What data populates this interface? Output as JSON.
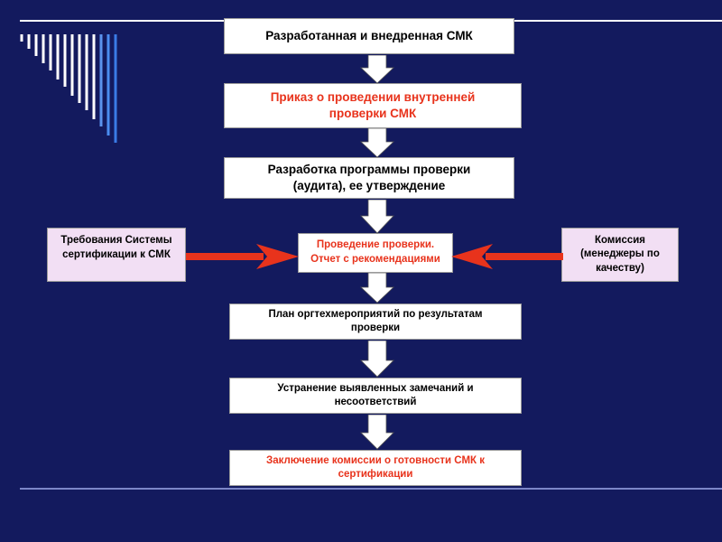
{
  "flow": {
    "step1": "Разработанная и внедренная СМК",
    "step2": "Приказ о проведении внутренней проверки СМК",
    "step3": "Разработка программы проверки (аудита), ее утверждение",
    "step4": "Проведение проверки. Отчет с рекомендациями",
    "step5": "План оргтехмероприятий по результатам проверки",
    "step6": "Устранение выявленных замечаний и несоответствий",
    "step7": "Заключение комиссии о готовности СМК к сертификации"
  },
  "side": {
    "left": "Требования Системы сертификации к СМК",
    "right": "Комиссия (менеджеры по качеству)"
  },
  "colors": {
    "background": "#131a5e",
    "accent_red": "#e8331c",
    "side_box": "#f2dff4",
    "stripe_white": "#ffffff",
    "stripe_blue": "#4a8cf0"
  }
}
